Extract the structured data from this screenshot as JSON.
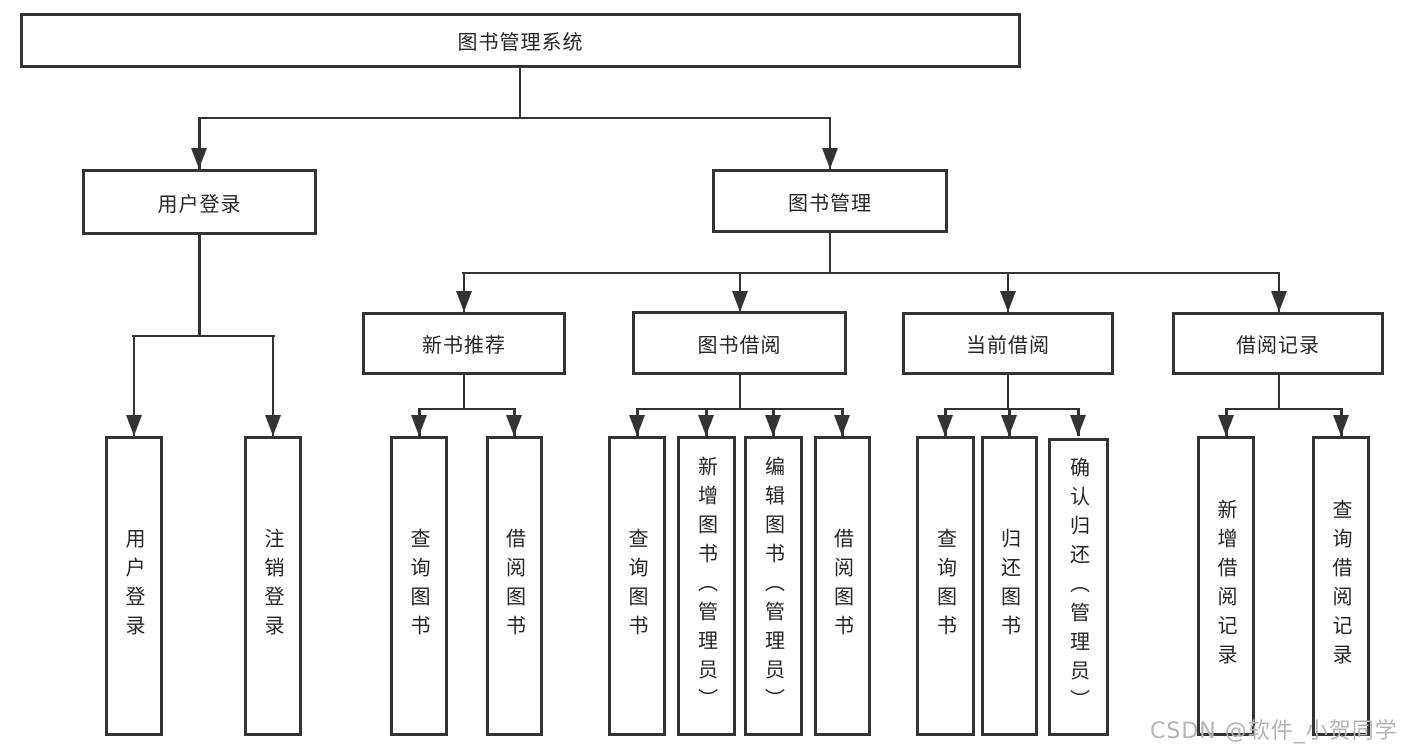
{
  "diagram": {
    "root": {
      "label": "图书管理系统"
    },
    "branches": [
      {
        "label": "用户登录",
        "children": [
          {
            "label": "用户登录"
          },
          {
            "label": "注销登录"
          }
        ]
      },
      {
        "label": "图书管理",
        "children": [
          {
            "label": "新书推荐",
            "children": [
              {
                "label": "查询图书"
              },
              {
                "label": "借阅图书"
              }
            ]
          },
          {
            "label": "图书借阅",
            "children": [
              {
                "label": "查询图书"
              },
              {
                "label": "新增图书（管理员）"
              },
              {
                "label": "编辑图书（管理员）"
              },
              {
                "label": "借阅图书"
              }
            ]
          },
          {
            "label": "当前借阅",
            "children": [
              {
                "label": "查询图书"
              },
              {
                "label": "归还图书"
              },
              {
                "label": "确认归还（管理员）"
              }
            ]
          },
          {
            "label": "借阅记录",
            "children": [
              {
                "label": "新增借阅记录"
              },
              {
                "label": "查询借阅记录"
              }
            ]
          }
        ]
      }
    ]
  },
  "watermark": {
    "text": "CSDN @软件_小贺同学"
  },
  "colors": {
    "line": "#333333",
    "text": "#262626",
    "watermark": "#b4b4b4",
    "background": "#ffffff"
  }
}
